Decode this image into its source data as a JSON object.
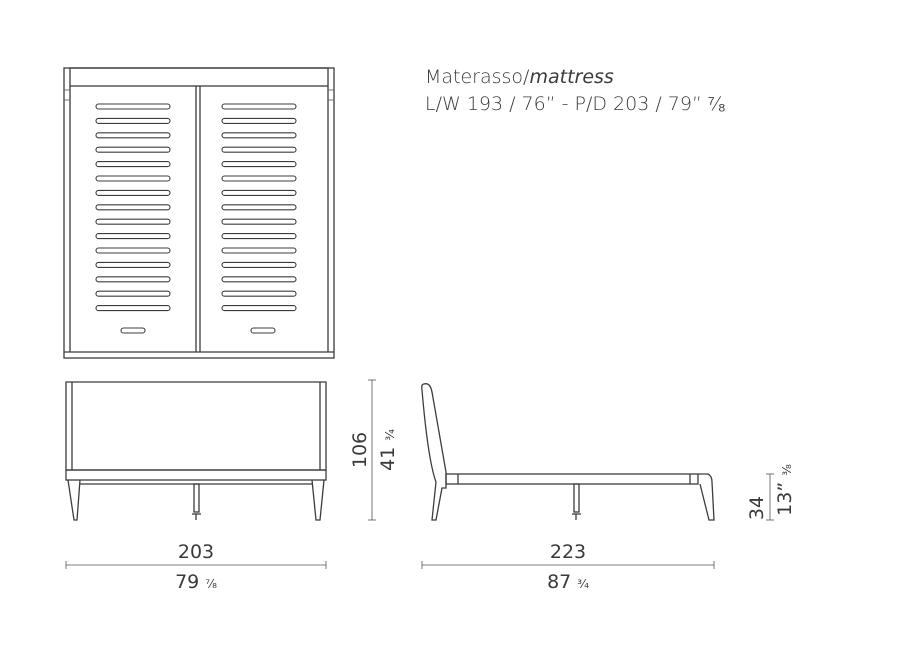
{
  "specs": {
    "mattress_label_it": "Materasso/",
    "mattress_label_en": "mattress",
    "mattress_size": "L/W 193 / 76” - P/D 203 / 79” ⁷⁄₈"
  },
  "dimensions": {
    "width_cm": "203",
    "width_in": "79 ",
    "width_in_frac": "⁷⁄₈",
    "length_cm": "223",
    "length_in": "87 ",
    "length_in_frac": "³⁄₄",
    "height_cm": "106",
    "height_in": "41 ",
    "height_in_frac": "³⁄₄",
    "frame_height_cm": "34",
    "frame_height_in": "13” ",
    "frame_height_in_frac": "³⁄₈"
  }
}
